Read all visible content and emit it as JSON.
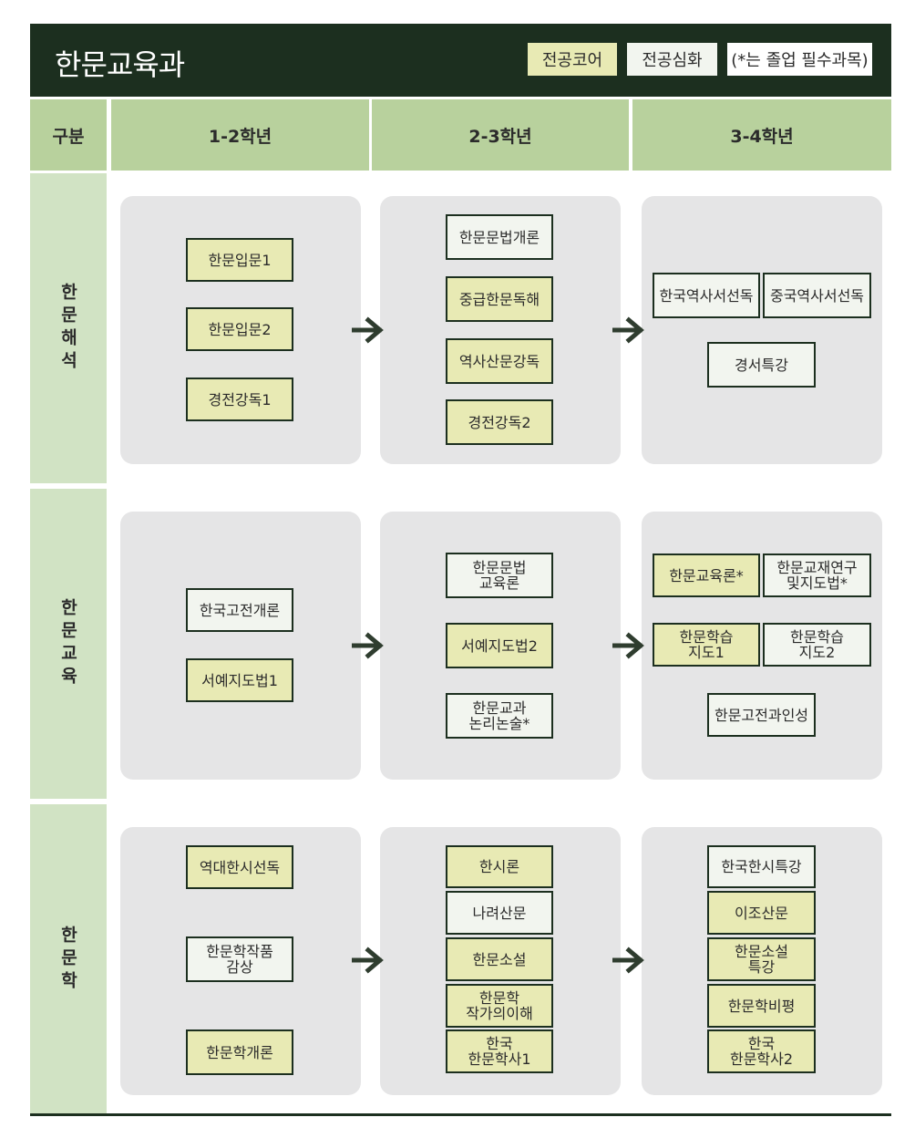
{
  "header": {
    "title": "한문교육과",
    "legend": {
      "core": "전공코어",
      "advanced": "전공심화",
      "note": "(*는 졸업 필수과목)"
    }
  },
  "columns": {
    "category": "구분",
    "year1": "1-2학년",
    "year2": "2-3학년",
    "year3": "3-4학년"
  },
  "rows": {
    "interpretation": "한문해석",
    "education": "한문교육",
    "literature": "한문학"
  },
  "courses": {
    "r0c1": [
      "한문입문1",
      "한문입문2",
      "경전강독1"
    ],
    "r0c2": [
      "한문문법개론",
      "중급한문독해",
      "역사산문강독",
      "경전강독2"
    ],
    "r0c3": [
      "한국역사서선독",
      "중국역사서선독",
      "경서특강"
    ],
    "r1c1": [
      "한국고전개론",
      "서예지도법1"
    ],
    "r1c2": [
      "한문문법\n교육론",
      "서예지도법2",
      "한문교과\n논리논술*"
    ],
    "r1c3": [
      "한문교육론*",
      "한문교재연구\n및지도법*",
      "한문학습\n지도1",
      "한문학습\n지도2",
      "한문고전과인성"
    ],
    "r2c1": [
      "역대한시선독",
      "한문학작품\n감상",
      "한문학개론"
    ],
    "r2c2": [
      "한시론",
      "나려산문",
      "한문소설",
      "한문학\n작가의이해",
      "한국\n한문학사1"
    ],
    "r2c3": [
      "한국한시특강",
      "이조산문",
      "한문소설\n특강",
      "한문학비평",
      "한국\n한문학사2"
    ]
  },
  "colors": {
    "header_bg": "#1c2f1f",
    "column_header_bg": "#b8d19d",
    "row_label_bg": "#d1e3c4",
    "panel_bg": "#e5e5e6",
    "core_bg": "#e8eab4",
    "advanced_bg": "#f2f5ef"
  }
}
